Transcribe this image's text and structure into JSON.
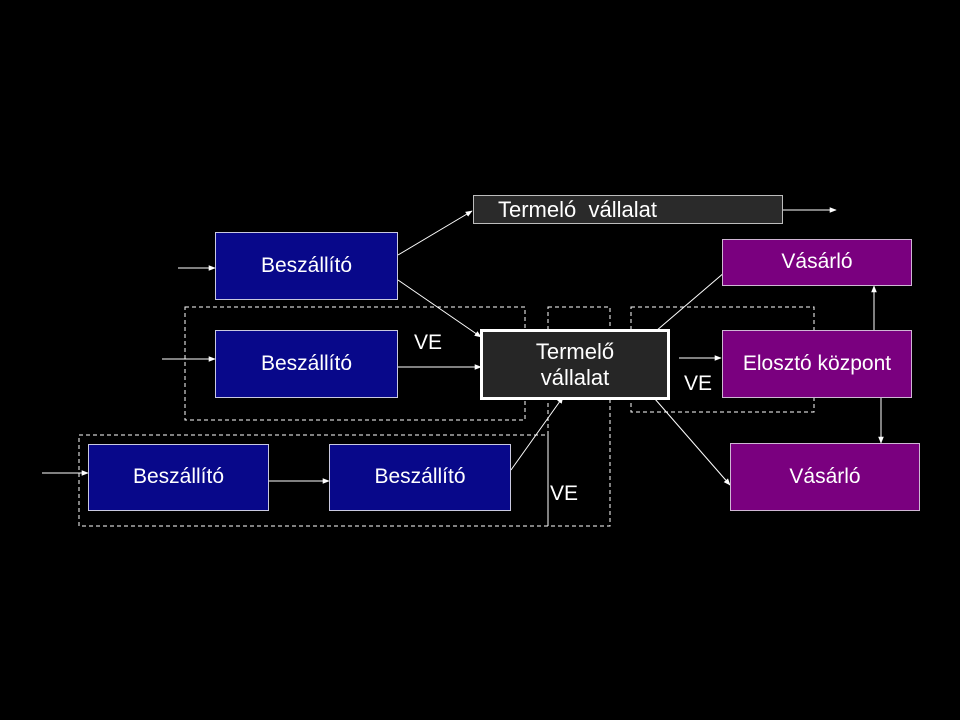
{
  "diagram": {
    "top_company": "Termeló  vállalat",
    "supplier_1": "Beszállító",
    "supplier_2": "Beszállító",
    "supplier_3": "Beszállító",
    "supplier_4": "Beszállító",
    "center_company": "Termelő vállalat",
    "buyer_top": "Vásárló",
    "distribution_center": "Elosztó központ",
    "buyer_bottom": "Vásárló",
    "ve_label_1": "VE",
    "ve_label_2": "VE",
    "ve_label_3": "VE"
  },
  "colors": {
    "background": "#000000",
    "supplier_box": "#08088a",
    "buyer_box": "#7a007f",
    "center_box": "#262626"
  }
}
